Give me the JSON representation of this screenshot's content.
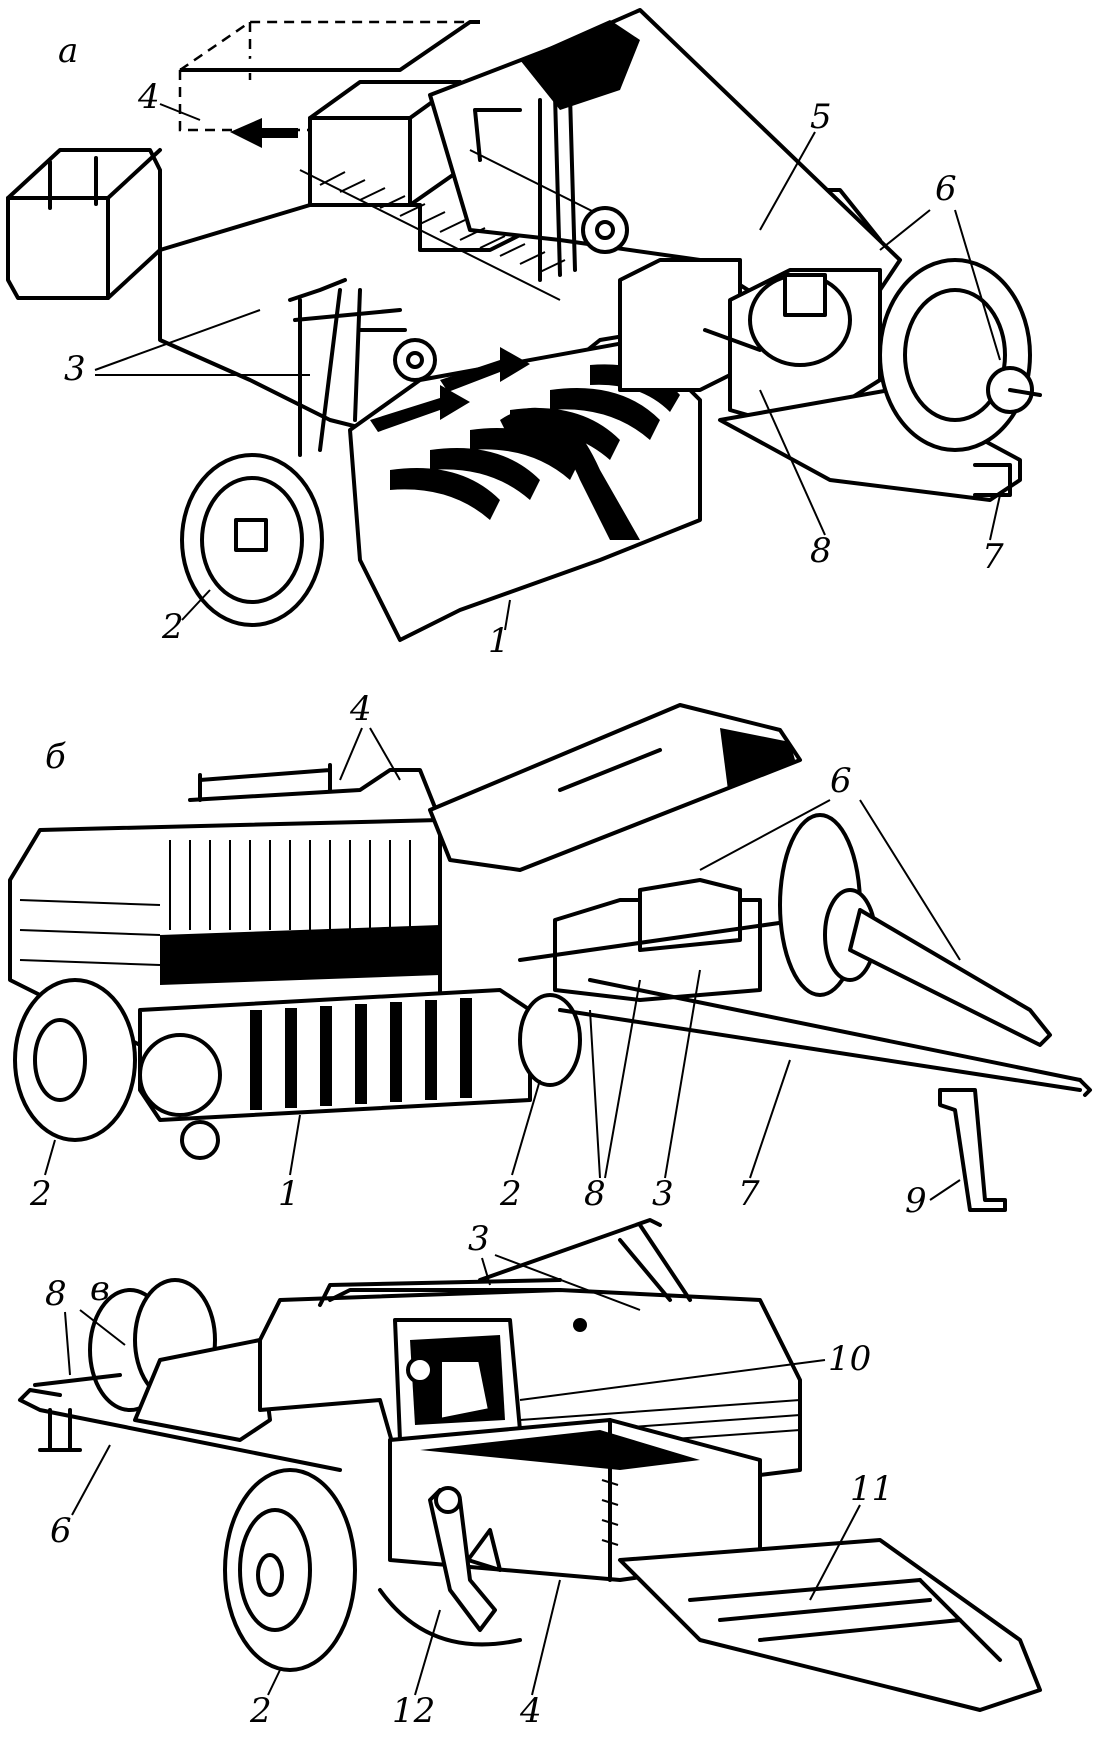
{
  "panels": [
    {
      "id": "a",
      "letter": "а",
      "callouts": [
        "1",
        "2",
        "3",
        "4",
        "5",
        "6",
        "7",
        "8"
      ]
    },
    {
      "id": "b",
      "letter": "б",
      "callouts": [
        "1",
        "2",
        "2",
        "3",
        "4",
        "6",
        "7",
        "8",
        "9"
      ]
    },
    {
      "id": "v",
      "letter": "в",
      "callouts": [
        "2",
        "3",
        "4",
        "6",
        "8",
        "10",
        "11",
        "12"
      ]
    }
  ]
}
